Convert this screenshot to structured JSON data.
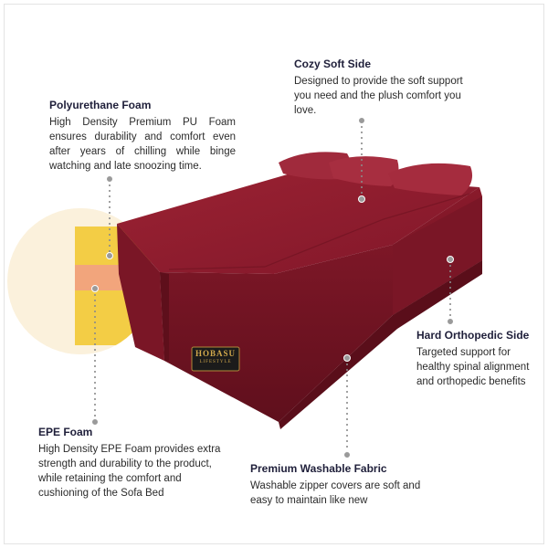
{
  "brand": {
    "name_top": "HOBASU",
    "name_sub": "LIFESTYLE"
  },
  "colors": {
    "fabric": "#8e1b2b",
    "fabric_dark": "#6e1220",
    "fabric_light": "#a3283a",
    "foam_yellow": "#f3cd45",
    "foam_peach": "#f2a57c",
    "pointer": "#8a8a8a"
  },
  "callouts": {
    "polyurethane": {
      "title": "Polyurethane Foam",
      "body": "High Density Premium PU Foam ensures durability and comfort even after years of chilling while binge watching and late snoozing time."
    },
    "cozy": {
      "title": "Cozy Soft Side",
      "body": "Designed to provide the soft support you need and the plush comfort you love."
    },
    "hard": {
      "title": "Hard Orthopedic Side",
      "body": "Targeted support for healthy spinal alignment and orthopedic benefits"
    },
    "epe": {
      "title": "EPE Foam",
      "body": "High Density EPE Foam provides extra strength and durability to the product, while retaining the comfort and cushioning of the Sofa Bed"
    },
    "washable": {
      "title": "Premium Washable Fabric",
      "body": "Washable zipper covers are soft and easy to maintain like new"
    }
  }
}
